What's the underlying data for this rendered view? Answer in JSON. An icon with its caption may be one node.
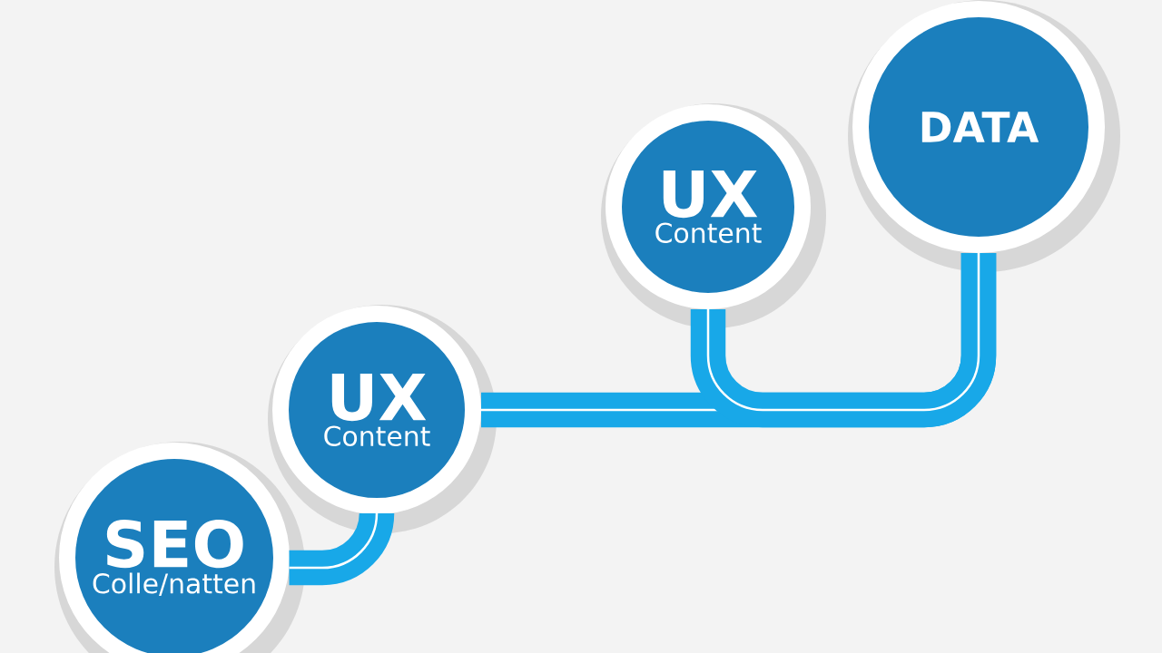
{
  "diagram": {
    "nodes": [
      {
        "text": [
          "SEO",
          "Colle/natten"
        ]
      },
      {
        "text": [
          "UX",
          "Content"
        ]
      },
      {
        "text": [
          "UX",
          "Content"
        ]
      },
      {
        "text": [
          "DATA"
        ]
      }
    ],
    "edges": [
      {
        "from": 0,
        "to": 1,
        "arrow": "none"
      },
      {
        "from": 1,
        "to": 3,
        "arrow": "none"
      },
      {
        "from": 2,
        "to": 3,
        "arrow": "none"
      }
    ]
  }
}
